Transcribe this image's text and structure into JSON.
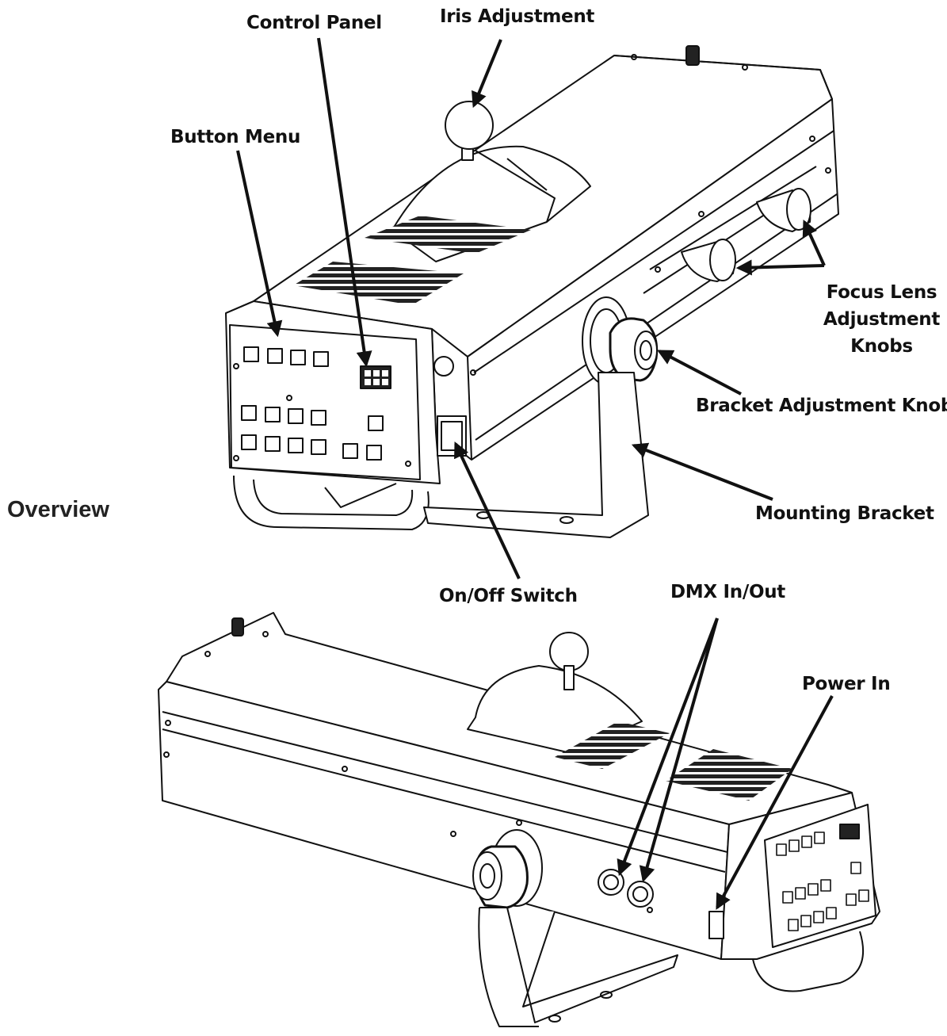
{
  "section_title": "Overview",
  "labels": {
    "iris_adjustment": "Iris Adjustment",
    "control_panel": "Control Panel",
    "button_menu": "Button Menu",
    "focus_lens_line1": "Focus Lens",
    "focus_lens_line2": "Adjustment",
    "focus_lens_line3": "Knobs",
    "bracket_adjustment_knob": "Bracket Adjustment Knob",
    "mounting_bracket": "Mounting Bracket",
    "on_off_switch": "On/Off Switch",
    "dmx_in_out": "DMX In/Out",
    "power_in": "Power In"
  },
  "colors": {
    "line": "#111111",
    "background": "#ffffff"
  }
}
